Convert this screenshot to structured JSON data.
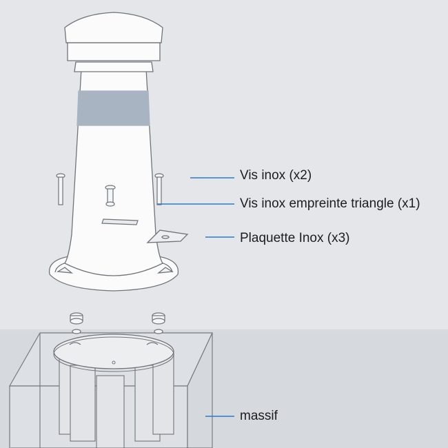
{
  "colors": {
    "background": "#e4e6e9",
    "ground": "#d7dade",
    "outline": "#6f7378",
    "body_fill": "#fbfbfb",
    "band": "#a9b4c3",
    "leader": "#2f79c6",
    "text": "#1d1d1f"
  },
  "labels": {
    "screws": "Vis inox (x2)",
    "triangle_screw": "Vis inox empreinte triangle (x1)",
    "plates": "Plaquette Inox (x3)",
    "foundation": "massif"
  }
}
